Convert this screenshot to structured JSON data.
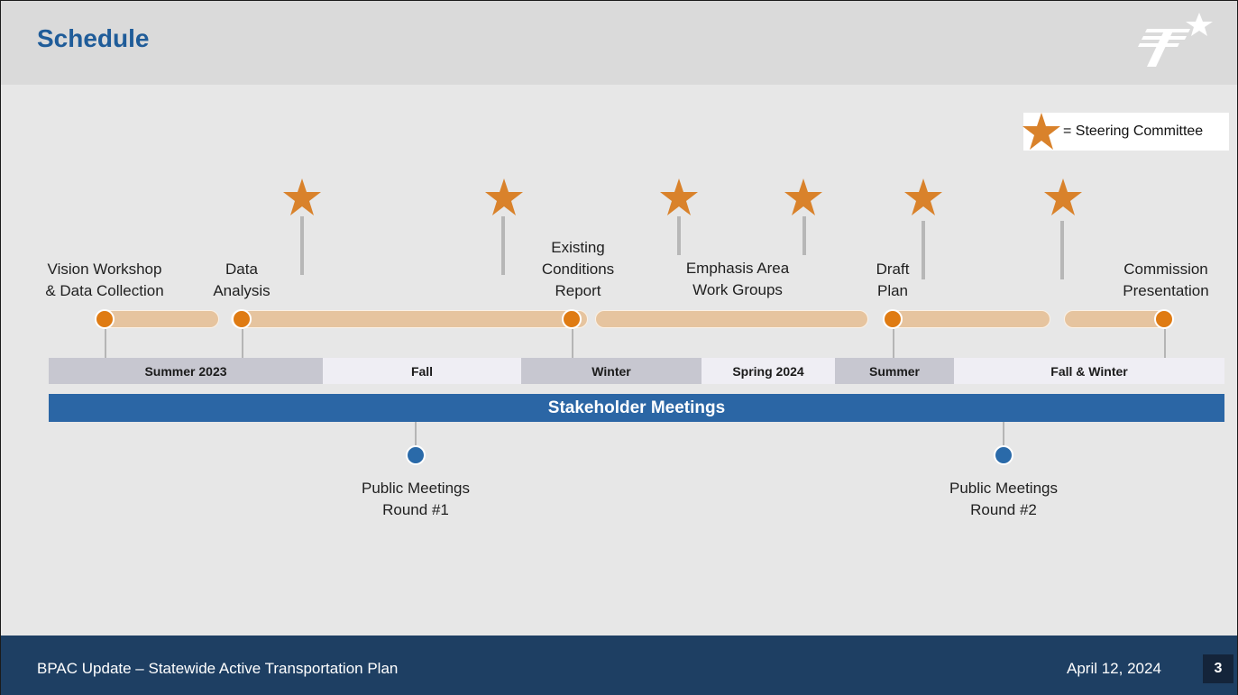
{
  "header": {
    "title": "Schedule",
    "logo_icon": "cdot-star-logo-icon"
  },
  "legend": {
    "label": "= Steering Committee",
    "icon": "star-icon",
    "star_color": "#d9822b"
  },
  "milestones": {
    "vision": [
      "Vision Workshop",
      "& Data Collection"
    ],
    "analysis": [
      "Data",
      "Analysis"
    ],
    "existing": [
      "Existing",
      "Conditions",
      "Report"
    ],
    "emphasis": [
      "Emphasis Area",
      "Work Groups"
    ],
    "draft": [
      "Draft",
      "Plan"
    ],
    "commission": [
      "Commission",
      "Presentation"
    ]
  },
  "seasons": [
    "Summer 2023",
    "Fall",
    "Winter",
    "Spring 2024",
    "Summer",
    "Fall & Winter"
  ],
  "stakeholder": "Stakeholder Meetings",
  "public_meetings": {
    "round1": [
      "Public Meetings",
      "Round #1"
    ],
    "round2": [
      "Public Meetings",
      "Round #2"
    ]
  },
  "footer": {
    "title": "BPAC Update – Statewide Active Transportation Plan",
    "date": "April 12, 2024",
    "page": "3"
  },
  "colors": {
    "title": "#1f5c99",
    "milestone": "#df7b13",
    "timeline_bar": "#e6c49f",
    "stakeholder_bar": "#2b66a5",
    "public_meeting": "#2a6aa9",
    "footer": "#1e3f63"
  }
}
